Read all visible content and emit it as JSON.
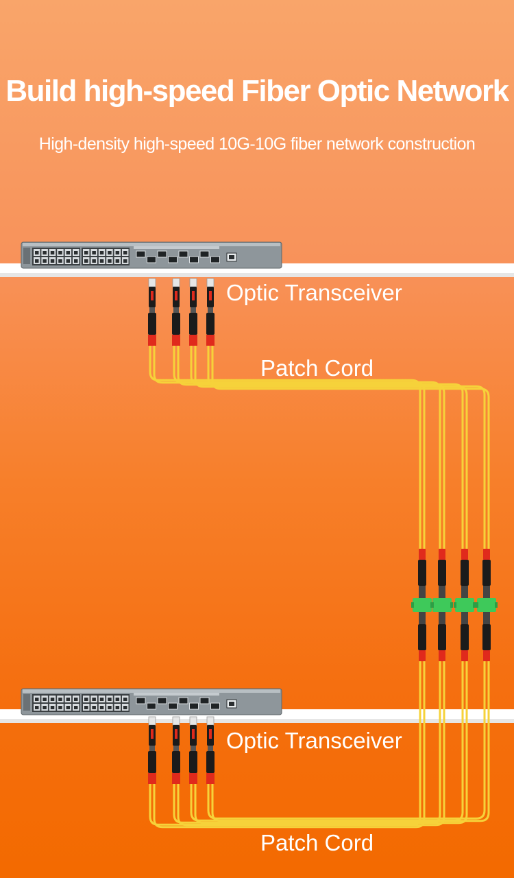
{
  "header": {
    "title": "Build high-speed Fiber Optic Network",
    "subtitle": "High-density high-speed 10G-10G fiber network construction"
  },
  "labels": {
    "top_transceiver": "Optic Transceiver",
    "top_patch_cord": "Patch Cord",
    "bottom_transceiver": "Optic Transceiver",
    "bottom_patch_cord": "Patch Cord"
  },
  "colors": {
    "shelf": "#ffffff",
    "switch_body": "#8e969b",
    "cable": "#f6d23a",
    "connector_red": "#e02a1c",
    "connector_black": "#1b1b1b",
    "adapter_green": "#3ec95a",
    "text": "#ffffff"
  },
  "icons": {
    "switch": "network-switch-icon",
    "transceiver": "sfp-transceiver-icon",
    "adapter": "lc-adapter-icon"
  }
}
